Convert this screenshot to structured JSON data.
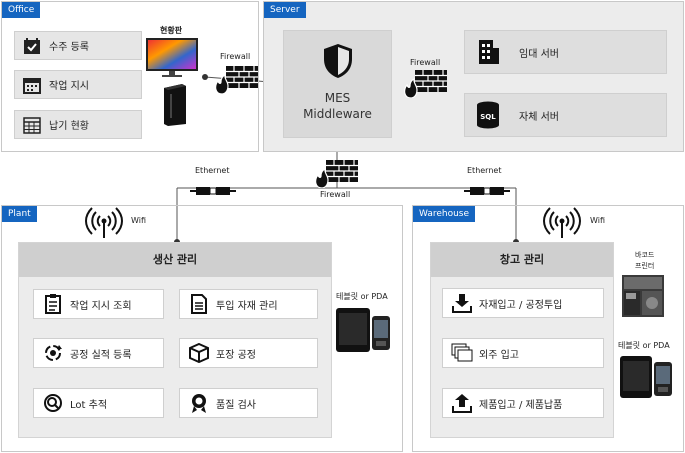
{
  "zones": {
    "office": "Office",
    "server": "Server",
    "plant": "Plant",
    "warehouse": "Warehouse"
  },
  "office": {
    "items": [
      "수주 등록",
      "작업 지시",
      "납기 현황"
    ],
    "dashboard_label": "현황판"
  },
  "server": {
    "mes_line1": "MES",
    "mes_line2": "Middleware",
    "servers": [
      "임대 서버",
      "자체 서버"
    ]
  },
  "network": {
    "firewall_office": "Firewall",
    "firewall_server": "Firewall",
    "firewall_bottom": "Firewall",
    "ethernet_left": "Ethernet",
    "ethernet_right": "Ethernet",
    "wifi_plant": "Wifi",
    "wifi_warehouse": "Wifi",
    "sql_label": "SQL"
  },
  "plant": {
    "title": "생산 관리",
    "items_left": [
      "작업 지시 조회",
      "공정 실적 등록",
      "Lot 추적"
    ],
    "items_right": [
      "투입 자재 관리",
      "포장 공정",
      "품질 검사"
    ],
    "device_label": "테블릿 or PDA"
  },
  "warehouse": {
    "title": "창고 관리",
    "items": [
      "자재입고 / 공정투입",
      "외주 입고",
      "제품입고 / 제품납품"
    ],
    "printer_label_1": "바코드",
    "printer_label_2": "프린터",
    "device_label": "테블릿 or PDA"
  },
  "colors": {
    "zone_tag": "#1565c0",
    "panel": "#ececec",
    "panel_head": "#cfcfcf",
    "icon": "#222222"
  }
}
